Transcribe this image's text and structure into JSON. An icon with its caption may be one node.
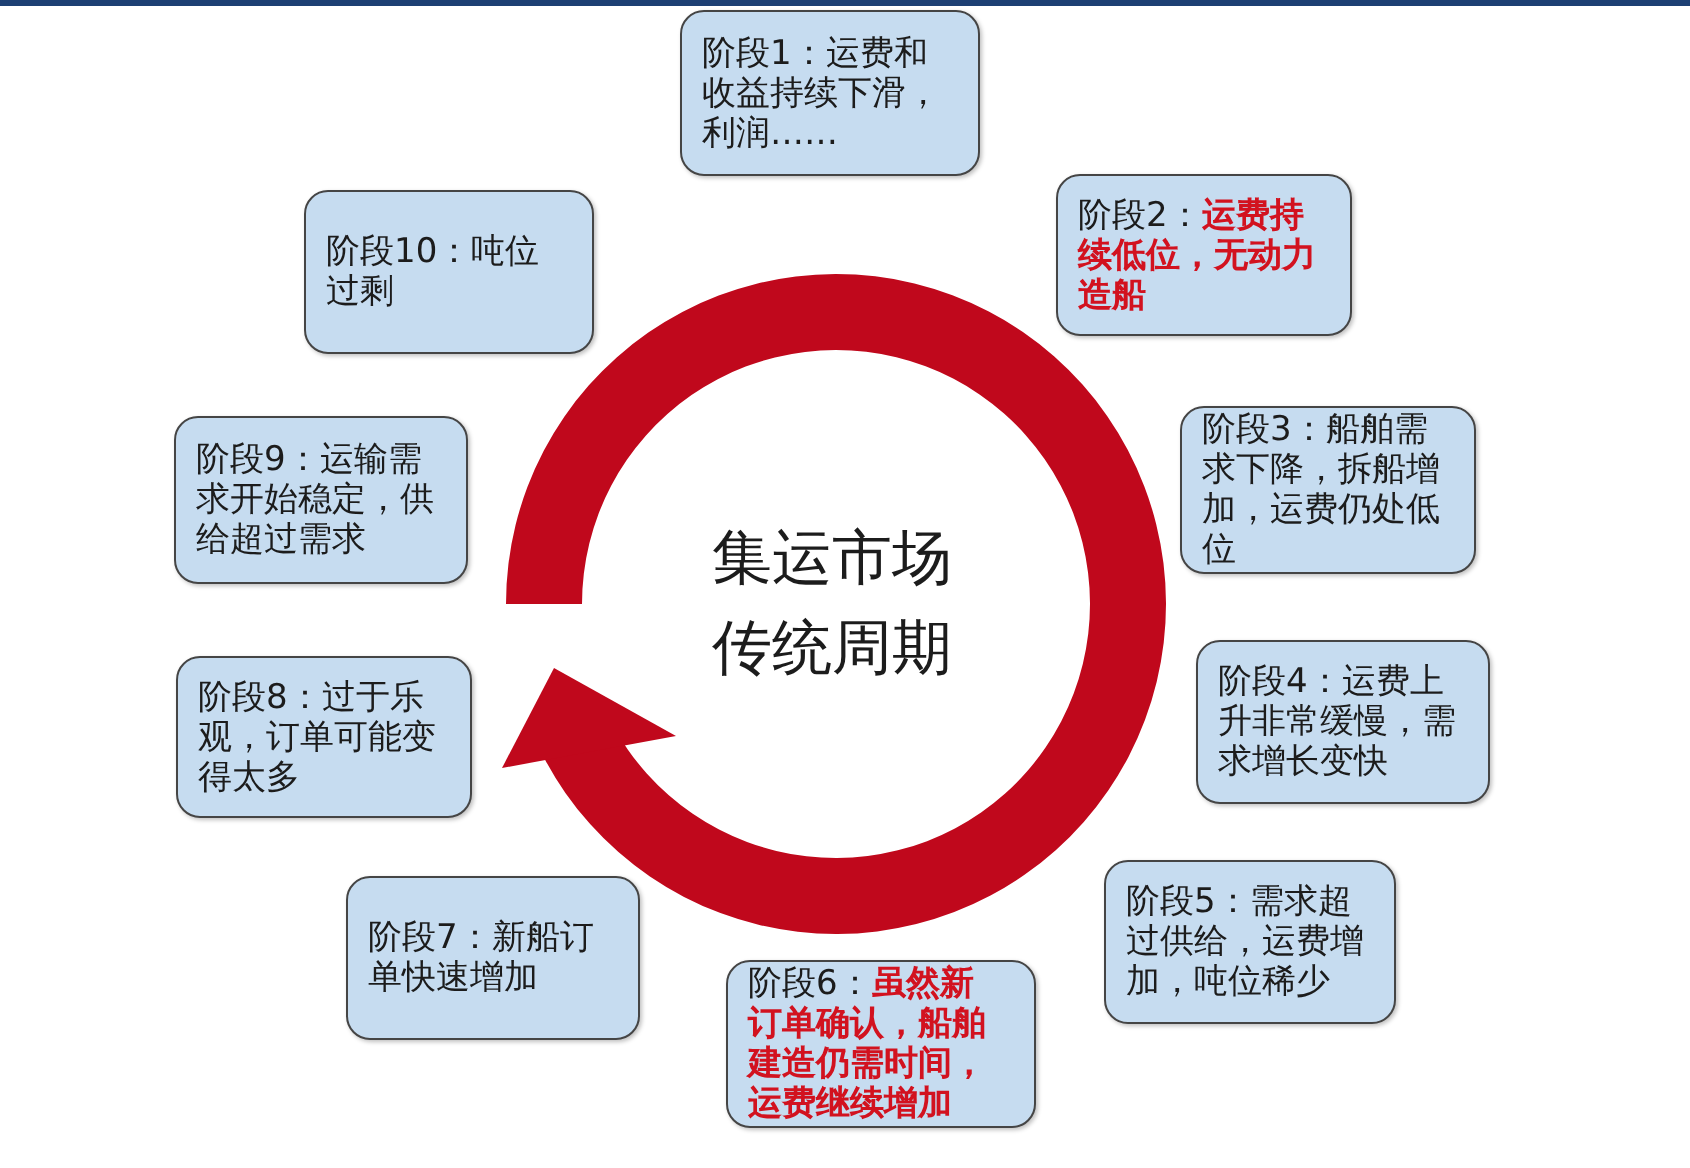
{
  "diagram": {
    "nodes": [
      {
        "text": [
          "阶段1：运费和收益持续下滑，利润……"
        ]
      },
      {
        "text": [
          "阶段2：**运费持续低位，无动力造船**"
        ]
      },
      {
        "text": [
          "阶段3：船舶需求下降，拆船增加，运费仍处低位"
        ]
      },
      {
        "text": [
          "阶段4：运费上升非常缓慢，需求增长变快"
        ]
      },
      {
        "text": [
          "阶段5：需求超过供给，运费增加，吨位稀少"
        ]
      },
      {
        "text": [
          "阶段6：**虽然新订单确认，船舶建造仍需时间，运费继续增加**"
        ]
      },
      {
        "text": [
          "阶段7：新船订单快速增加"
        ]
      },
      {
        "text": [
          "阶段8：过于乐观，订单可能变得太多"
        ]
      },
      {
        "text": [
          "阶段9：运输需求开始稳定，供给超过需求"
        ]
      },
      {
        "text": [
          "阶段10：吨位过剩"
        ]
      }
    ],
    "labels": [
      "集运市场传统周期"
    ]
  }
}
